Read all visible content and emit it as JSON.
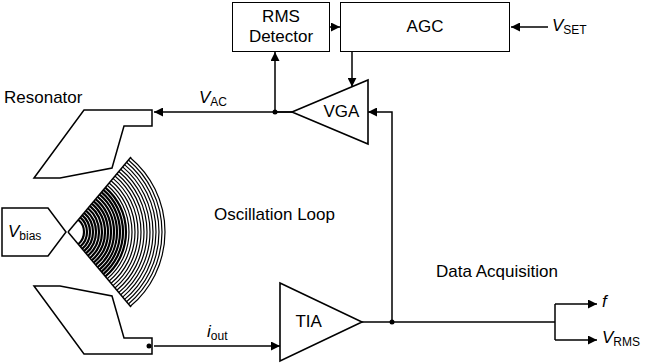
{
  "diagram": {
    "nodes": [
      {
        "text": [
          "RMS Detector"
        ]
      },
      {
        "text": [
          "AGC"
        ]
      },
      {
        "text": [
          "VGA"
        ]
      },
      {
        "text": [
          "Resonator"
        ]
      },
      {
        "text": [
          "TIA"
        ]
      }
    ],
    "edges": [
      {
        "from": 0,
        "to": 1,
        "arrow": "to"
      },
      {
        "from": 1,
        "to": 2,
        "arrow": "to"
      },
      {
        "from": 2,
        "to": 3,
        "arrow": "to",
        "label": "VAC"
      },
      {
        "from": 2,
        "to": 0,
        "arrow": "to"
      },
      {
        "from": 3,
        "to": 4,
        "arrow": "to",
        "label": "iout"
      },
      {
        "from": 4,
        "to": 2,
        "arrow": "to"
      }
    ],
    "labels": [
      "VSET",
      "Vbias",
      "Oscillation Loop",
      "Data Acquisition",
      "f",
      "VRMS"
    ]
  }
}
